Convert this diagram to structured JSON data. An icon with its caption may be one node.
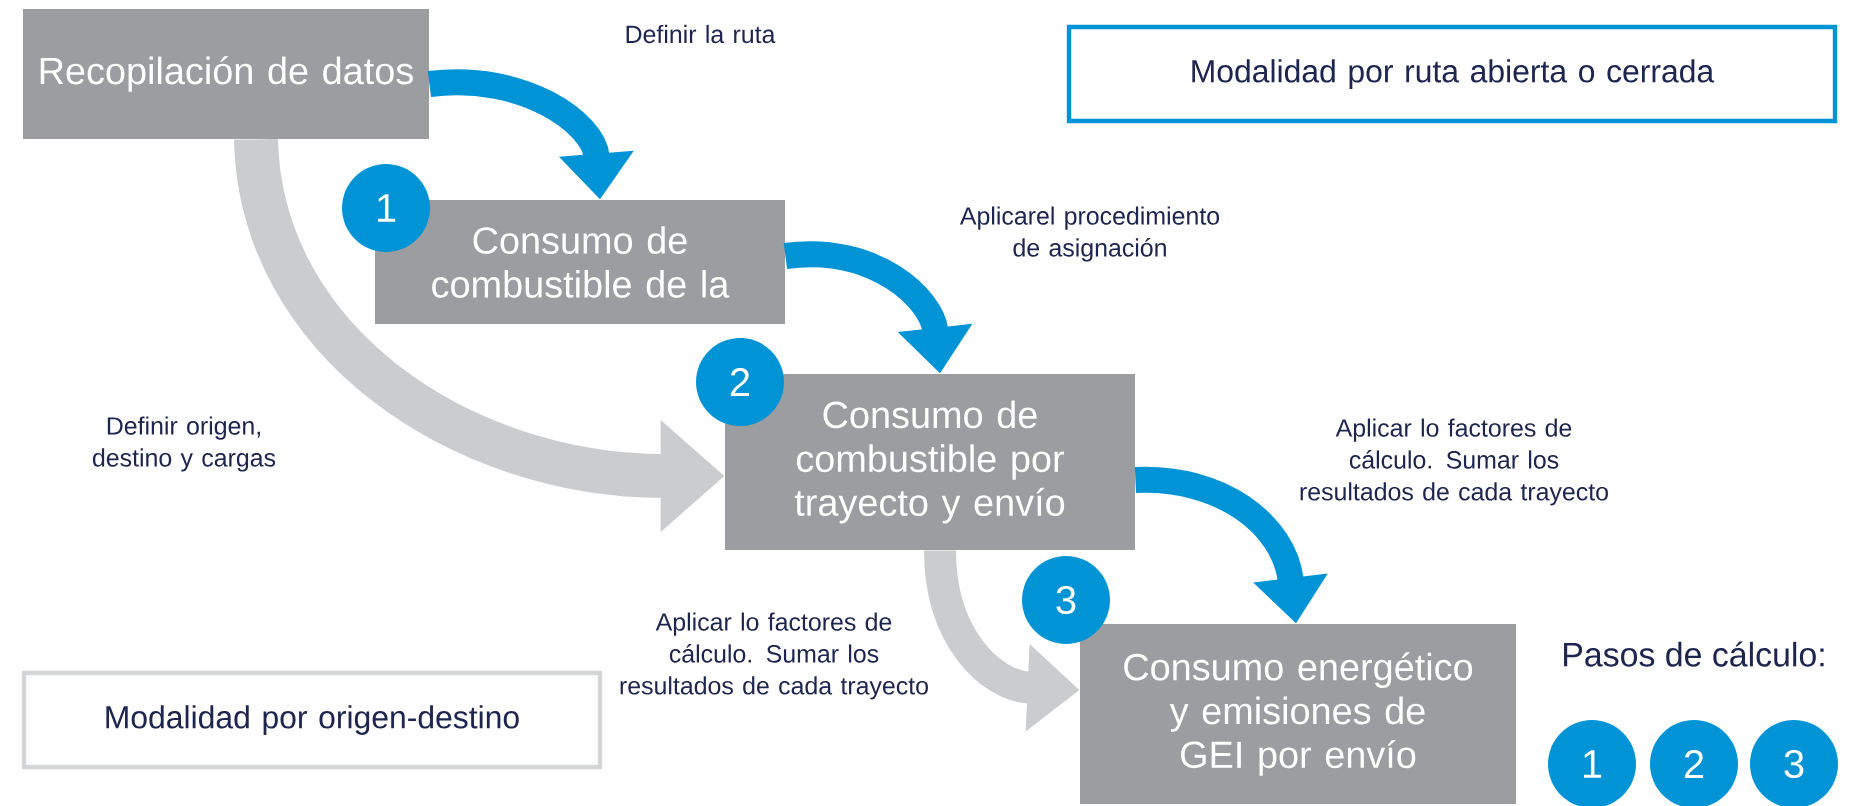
{
  "diagram": {
    "nodes": [
      {
        "text": [
          "Recopilación de datos"
        ]
      },
      {
        "text": [
          "1"
        ]
      },
      {
        "text": [
          "Consumo de combustible de la"
        ]
      },
      {
        "text": [
          "2"
        ]
      },
      {
        "text": [
          "Consumo de combustible por trayecto y envío"
        ]
      },
      {
        "text": [
          "3"
        ]
      },
      {
        "text": [
          "Consumo energético y emisiones de GEI por envío"
        ]
      },
      {
        "text": [
          "Modalidad por ruta abierta o cerrada"
        ]
      },
      {
        "text": [
          "Modalidad por origen-destino"
        ]
      },
      {
        "text": [
          "1"
        ]
      },
      {
        "text": [
          "2"
        ]
      },
      {
        "text": [
          "3"
        ]
      }
    ],
    "edges": [
      {
        "from": 0,
        "to": 2,
        "arrow": "to",
        "label": "Definir la ruta"
      },
      {
        "from": 2,
        "to": 4,
        "arrow": "to",
        "label": "Aplicarel procedimiento de asignación"
      },
      {
        "from": 4,
        "to": 6,
        "arrow": "to",
        "label": "Aplicar lo factores de cálculo. Sumar los resultados de cada trayecto"
      },
      {
        "from": 0,
        "to": 4,
        "arrow": "to",
        "label": "Definir origen, destino y cargas",
        "color": "#cbccce"
      },
      {
        "from": 4,
        "to": 6,
        "arrow": "to",
        "label": "Aplicar lo factores de cálculo. Sumar los resultados de cada trayecto",
        "color": "#cbccce"
      }
    ],
    "labels": [
      "Pasos de cálculo:"
    ]
  }
}
